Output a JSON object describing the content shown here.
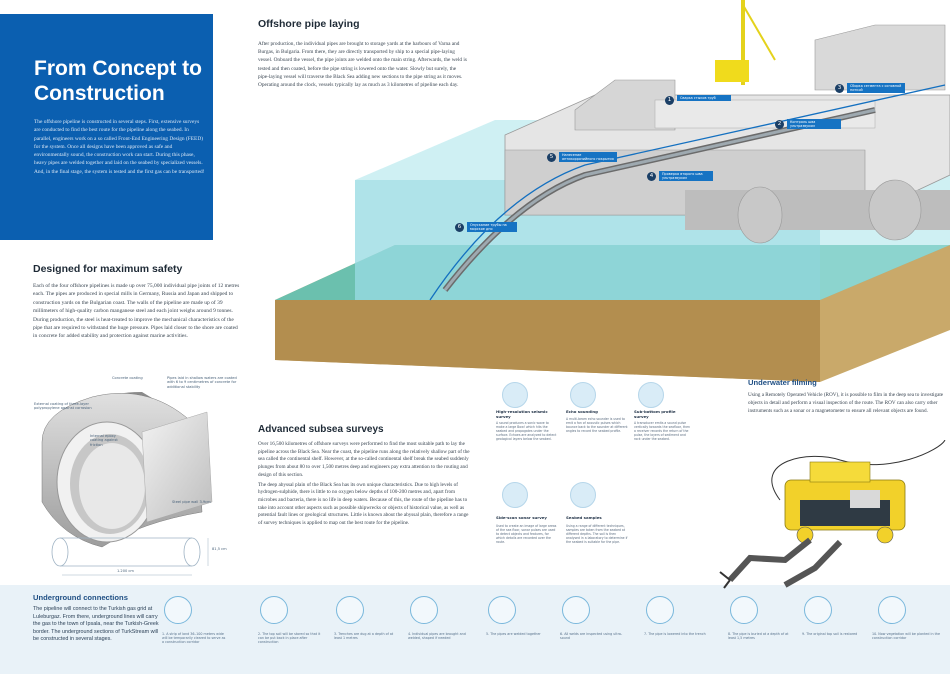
{
  "hero": {
    "title": "From Concept to Construction",
    "body": "The offshore pipeline is constructed in several steps. First, extensive surveys are conducted to find the best route for the pipeline along the seabed. In parallel, engineers work on a so called Front-End Engineering Design (FEED) for the system. Once all designs have been approved as safe and environmentally sound, the construction work can start. During this phase, heavy pipes are welded together and laid on the seabed by specialized vessels. And, in the final stage, the system is tested and the first gas can be transported!"
  },
  "offshore": {
    "title": "Offshore pipe laying",
    "body": "After production, the individual pipes are brought to storage yards at the harbours of Varna and Burgas, in Bulgaria. From there, they are directly transported by ship to a special pipe-laying vessel. Onboard the vessel, the pipe joints are welded onto the main string. Afterwards, the weld is tested and then coated, before the pipe string is lowered onto the water. Slowly but surely, the pipe-laying vessel will traverse the Black Sea adding new sections to the pipe string as it moves. Operating around the clock, vessels typically lay as much as 3 kilometres of pipeline each day.",
    "callouts": [
      {
        "num": "1",
        "text": "Сварка стыков труб"
      },
      {
        "num": "2",
        "text": "Контроль шва ультразвуком"
      },
      {
        "num": "3",
        "text": "Сборка сегмента с основной ниткой"
      },
      {
        "num": "4",
        "text": "Проверка второго шва ультразвуком"
      },
      {
        "num": "5",
        "text": "Нанесение антикоррозийного покрытия"
      },
      {
        "num": "6",
        "text": "Опускание трубы на морское дно"
      }
    ]
  },
  "safety": {
    "title": "Designed for maximum safety",
    "body": "Each of the four offshore pipelines is made up over 75,000 individual pipe joints of 12 metres each. The pipes are produced in special mills in Germany, Russia and Japan and shipped to construction yards on the Bulgarian coast. The walls of the pipeline are made up of 39 millimeters of high-quality carbon manganese steel and each joint weighs around 9 tonnes. During production, the steel is heat-treated to improve the mechanical characteristics of the pipe that are required to withstand the huge pressure. Pipes laid closer to the shore are coated in concrete for added stability and protection against marine activities.",
    "labels": {
      "concrete": "Concrete coating",
      "outer": "Pipes laid in shallow waters are coated with 6 to 9 centimetres of concrete for additional stability",
      "external": "External coating of three-layer polypropylene against corrosion",
      "internal": "Internal epoxy coating against friction",
      "steel": "Steel pipe wall 3.9cm",
      "diameter": "81,5 cm",
      "length": "1.200 cm"
    }
  },
  "subsea": {
    "title": "Advanced subsea surveys",
    "para1": "Over 16,500 kilometres of offshore surveys were performed to find the most suitable path to lay the pipeline across the Black Sea. Near the coast, the pipeline runs along the relatively shallow part of the sea called the continental shelf. However, at the so-called continental shelf break the seabed suddenly plunges from about 80 to over 1,500 metres deep and engineers pay extra attention to the routing and design of this section.",
    "para2": "The deep abyssal plain of the Black Sea has its own unique characteristics. Due to high levels of hydrogen-sulphide, there is little to no oxygen below depths of 100-200 metres and, apart from microbes and bacteria, there is no life in deep waters. Because of this, the route of the pipeline has to take into account other aspects such as possible shipwrecks or objects of historical value, as well as potential fault lines or geological structures. Little is known about the abyssal plain, therefore a range of survey techniques is applied to map out the best route for the pipeline."
  },
  "surveys": [
    {
      "title": "High-resolution seismic survey",
      "text": "A sound produces a sonic wave to make a large Bow! which hits the seabed and propagates under the surface. Echoes are analyzed to detect geological layers below the seabed."
    },
    {
      "title": "Echo sounding",
      "text": "A multi-beam echo sounder is used to emit a fan of acoustic pulses which bounce back to the sounder at different angles to record the seabed profile."
    },
    {
      "title": "Sub-bottom profile survey",
      "text": "A transducer emits a sound pulse vertically towards the seafloor, then a receiver records the return of the pulse, the layers of sediment and rock under the seabed."
    },
    {
      "title": "Side-scan sonar survey",
      "text": "Used to create an image of large areas of the sea floor, sonar pulses are used to detect objects and features, for which details are recorded over the route."
    },
    {
      "title": "Seabed samples",
      "text": "Using a range of different techniques, samples are taken from the seabed at different depths. The soil is then analysed in a laboratory to determine if the seabed is suitable for the pipe."
    }
  ],
  "underwater": {
    "title": "Underwater filming",
    "body": "Using a Remotely Operated Vehicle (ROV), it is possible to film in the deep sea to investigate objects in detail and perform a visual inspection of the route. The ROV can also carry other instruments such as a sonar or a magnetometer to ensure all relevant objects are found."
  },
  "underground": {
    "title": "Underground connections",
    "body": "The pipeline will connect to the Turkish gas grid at Luleburgaz. From there, underground lines will carry the gas to the town of Ipsala, near the Turkish-Greek border. The underground sections of TurkStream will be constructed in several stages.",
    "steps": [
      "1. A strip of land 36–100 meters wide will be temporarily cleared to serve as a construction corridor",
      "2. The top soil will be stored so that it can be put back in place after construction",
      "3. Trenches are dug at a depth of at least 1 metres",
      "4. Individual pipes are brought and welded, shaped if needed",
      "5. The pipes are welded together",
      "6. All welds are inspected using ultra-sound",
      "7. The pipe is lowered into the trench",
      "8. The pipe is buried at a depth of at least 1,5 metres",
      "9. The original top soil is restored",
      "10. Now vegetation will be planted in the construction corridor"
    ]
  },
  "colors": {
    "brand": "#0b5fb0",
    "sea": "#7fd1dc",
    "seabed": "#c9a96a"
  }
}
